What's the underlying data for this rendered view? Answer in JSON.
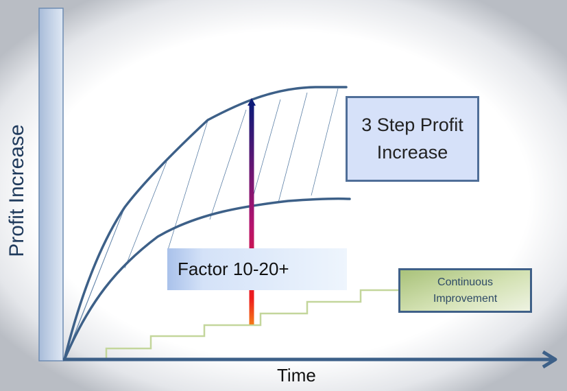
{
  "axes": {
    "y_label": "Profit Increase",
    "x_label": "Time"
  },
  "boxes": {
    "step_profit": "3 Step Profit Increase",
    "step_profit_line1": "3 Step Profit",
    "step_profit_line2": "Increase",
    "factor": "Factor 10-20+",
    "ci_line1": "Continuous",
    "ci_line2": "Improvement"
  },
  "colors": {
    "curve": "#3d6088",
    "step_line": "#c3d69b",
    "arrow_top": "#0d1a78",
    "arrow_mid": "#b0136e",
    "arrow_bottom": "#f06a1a"
  }
}
